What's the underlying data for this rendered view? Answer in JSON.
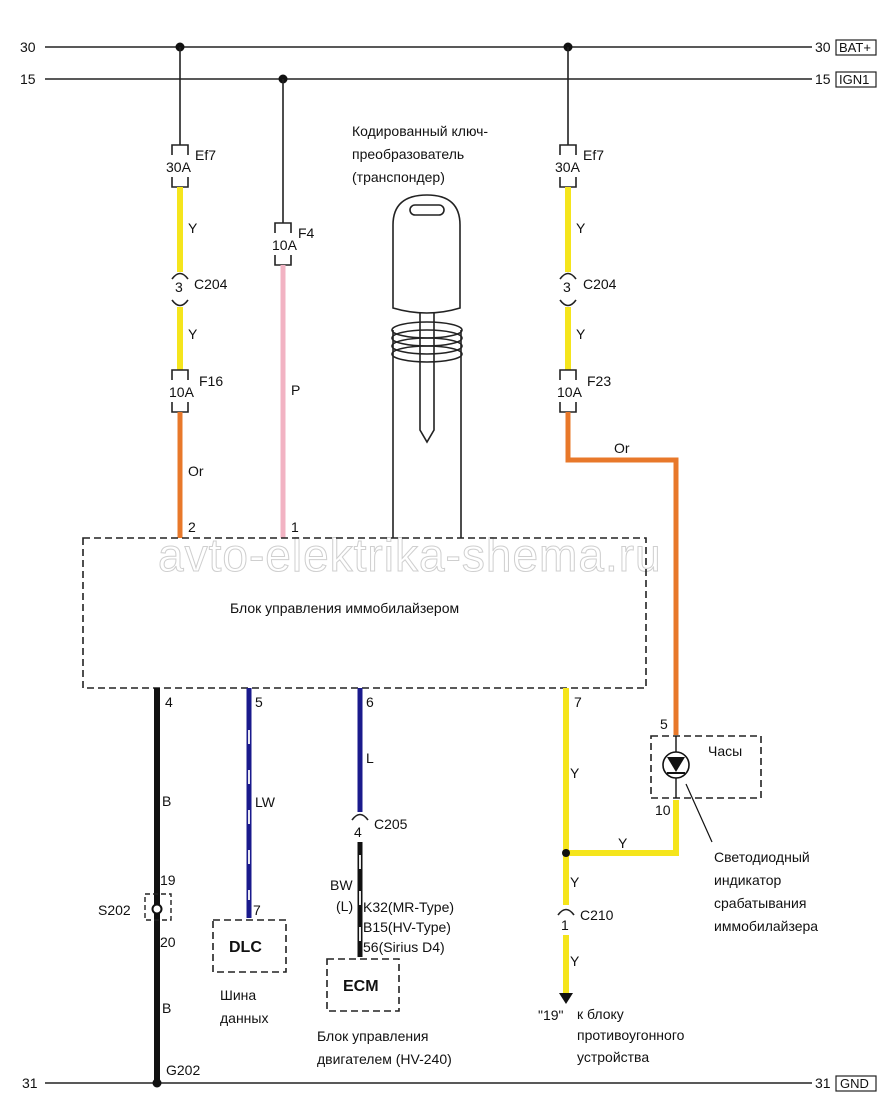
{
  "buses": {
    "bat": {
      "left_num": "30",
      "right_num": "30",
      "tag": "BAT+"
    },
    "ign": {
      "left_num": "15",
      "right_num": "15",
      "tag": "IGN1"
    },
    "gnd": {
      "left_num": "31",
      "right_num": "31",
      "tag": "GND"
    }
  },
  "fuses": {
    "ef7_left": {
      "amp": "30A",
      "name": "Ef7"
    },
    "f4": {
      "amp": "10A",
      "name": "F4"
    },
    "f16": {
      "amp": "10A",
      "name": "F16"
    },
    "ef7_right": {
      "amp": "30A",
      "name": "Ef7"
    },
    "f23": {
      "amp": "10A",
      "name": "F23"
    }
  },
  "connectors": {
    "c204_left": {
      "pin": "3",
      "name": "C204"
    },
    "c204_right": {
      "pin": "3",
      "name": "C204"
    },
    "c205": {
      "pin": "4",
      "name": "C205"
    },
    "c210": {
      "pin": "1",
      "name": "C210"
    }
  },
  "wires": {
    "y": "Y",
    "p": "P",
    "or": "Or",
    "b": "B",
    "lw": "LW",
    "l": "L",
    "bw": "BW",
    "l_paren": "(L)"
  },
  "pins": {
    "p2": "2",
    "p1": "1",
    "p4": "4",
    "p5": "5",
    "p6": "6",
    "p7": "7",
    "clock_in": "5",
    "clock_out": "10",
    "dlc_pin": "7",
    "s202_top": "19",
    "s202_bottom": "20"
  },
  "ecm_pins": [
    "K32(MR-Type)",
    "B15(HV-Type)",
    "56(Sirius D4)"
  ],
  "components": {
    "transponder": [
      "Кодированный ключ-",
      "преобразователь",
      "(транспондер)"
    ],
    "immo_unit": "Блок управления иммобилайзером",
    "clock": "Часы",
    "dlc": "DLC",
    "dlc_caption": [
      "Шина",
      "данных"
    ],
    "ecm": "ECM",
    "ecm_caption": [
      "Блок управления",
      "двигателем (HV-240)"
    ],
    "led_caption": [
      "Светодиодный",
      "индикатор",
      "срабатывания",
      "иммобилайзера"
    ],
    "antitheft_pin": "\"19\"",
    "antitheft_caption": [
      "к блоку",
      "противоугонного",
      "устройства"
    ],
    "splice": "S202",
    "ground": "G202"
  },
  "watermark": "avto-elektrika-shema.ru",
  "colors": {
    "yellow": "#f5e51c",
    "orange": "#e8782a",
    "pink": "#f2b3c3",
    "blue": "#1a1a8c",
    "black": "#111111"
  }
}
